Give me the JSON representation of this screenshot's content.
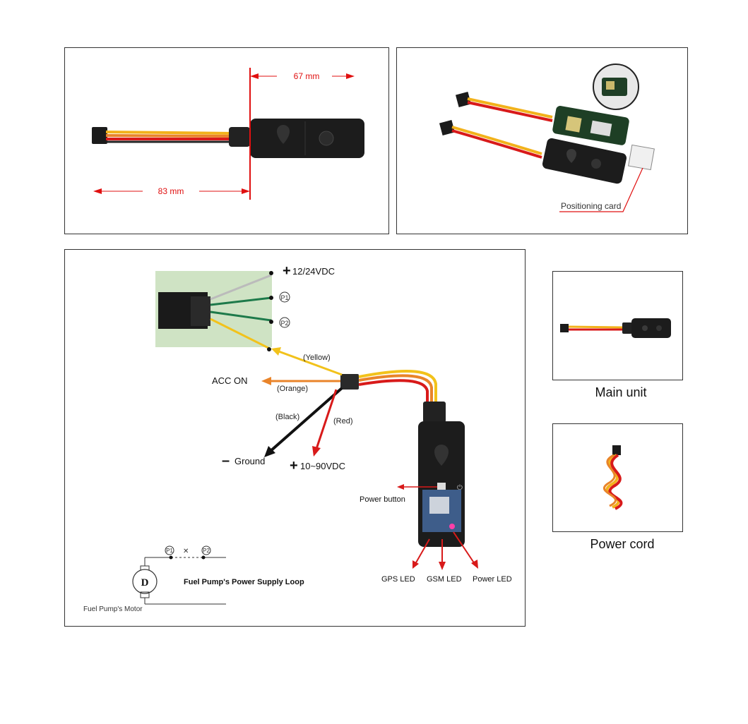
{
  "dimensions": {
    "width_label": "67 mm",
    "length_label": "83 mm",
    "accent_color": "#e01010"
  },
  "positioning": {
    "card_label": "Positioning card"
  },
  "wiring": {
    "supply_12_24": "12/24VDC",
    "p1": "P1",
    "p2": "P2",
    "yellow": "(Yellow)",
    "orange": "(Orange)",
    "black": "(Black)",
    "red": "(Red)",
    "acc_on": "ACC ON",
    "ground": "Ground",
    "supply_10_90": "10~90VDC",
    "power_button": "Power button",
    "gps_led": "GPS LED",
    "gsm_led": "GSM LED",
    "power_led": "Power LED",
    "motor_symbol": "D",
    "loop_title": "Fuel Pump's Power Supply Loop",
    "motor_label": "Fuel Pump's Motor",
    "colors": {
      "yellow": "#f2c21b",
      "orange": "#e9842a",
      "black": "#111111",
      "red": "#d81a1a"
    }
  },
  "captions": {
    "main_unit": "Main unit",
    "power_cord": "Power cord"
  }
}
